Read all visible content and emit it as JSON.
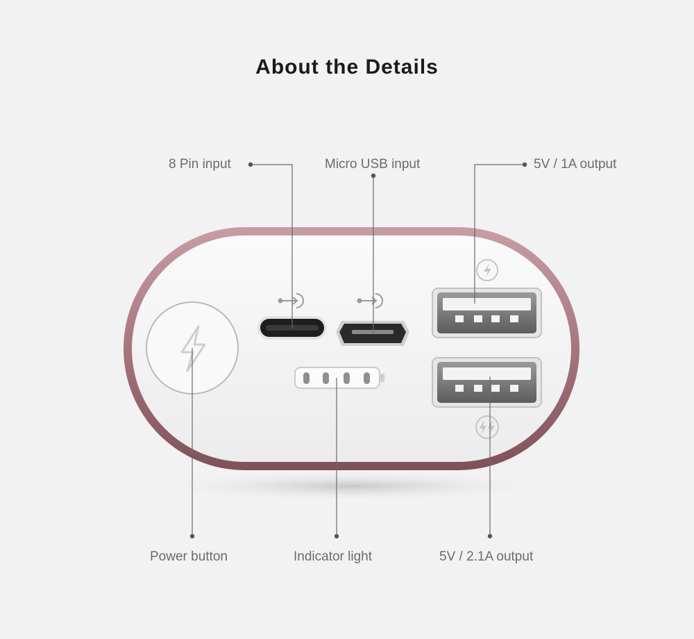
{
  "title": "About the Details",
  "labels": {
    "pin8_input": "8 Pin input",
    "micro_usb_input": "Micro USB input",
    "output_1a": "5V / 1A output",
    "power_button": "Power button",
    "indicator_light": "Indicator light",
    "output_21a": "5V / 2.1A output"
  },
  "colors": {
    "shell_rim": "#b0838a",
    "face": "#f5f5f5",
    "port_metal": "#777777",
    "leader_line": "#666666"
  },
  "indicator": {
    "led_count": 4
  }
}
